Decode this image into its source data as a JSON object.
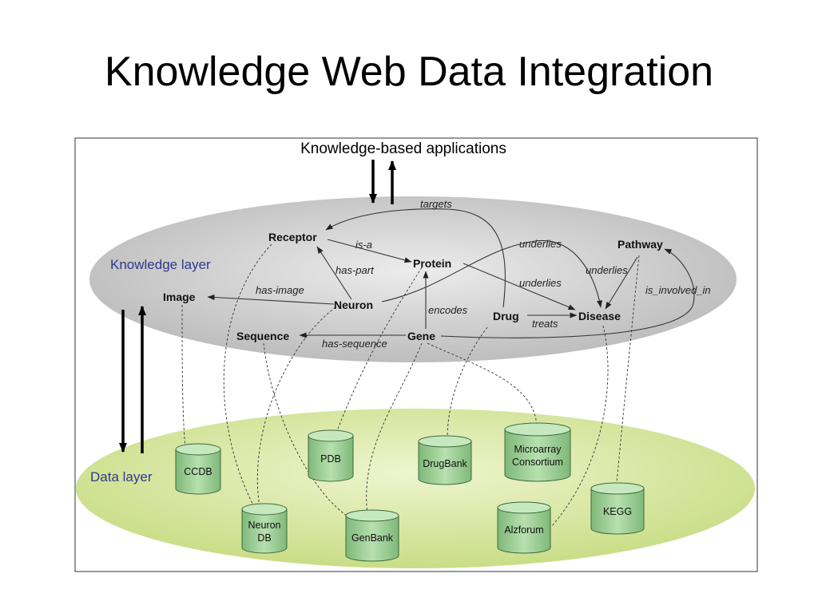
{
  "title": "Knowledge Web Data Integration",
  "applications_label": "Knowledge-based applications",
  "knowledge_layer_label": "Knowledge layer",
  "data_layer_label": "Data layer",
  "nodes": {
    "receptor": "Receptor",
    "protein": "Protein",
    "pathway": "Pathway",
    "image": "Image",
    "neuron": "Neuron",
    "drug": "Drug",
    "disease": "Disease",
    "sequence": "Sequence",
    "gene": "Gene"
  },
  "relations": {
    "targets": "targets",
    "is_a": "is-a",
    "has_part": "has-part",
    "has_image": "has-image",
    "underlies_1": "underlies",
    "underlies_2": "underlies",
    "underlies_3": "underlies",
    "encodes": "encodes",
    "treats": "treats",
    "has_sequence": "has-sequence",
    "is_involved_in": "is_involved_in"
  },
  "databases": {
    "ccdb": "CCDB",
    "pdb": "PDB",
    "drugbank": "DrugBank",
    "microarray_line1": "Microarray",
    "microarray_line2": "Consortium",
    "neurondb_line1": "Neuron",
    "neurondb_line2": "DB",
    "genbank": "GenBank",
    "alzforum": "Alzforum",
    "kegg": "KEGG"
  },
  "colors": {
    "knowledge_layer_fill": "#cfcfcf",
    "data_layer_fill": "#d7e6a0",
    "cylinder_fill": "#9fcf98",
    "cylinder_stroke": "#3d6a3a",
    "layer_label": "#2e3a8c"
  }
}
